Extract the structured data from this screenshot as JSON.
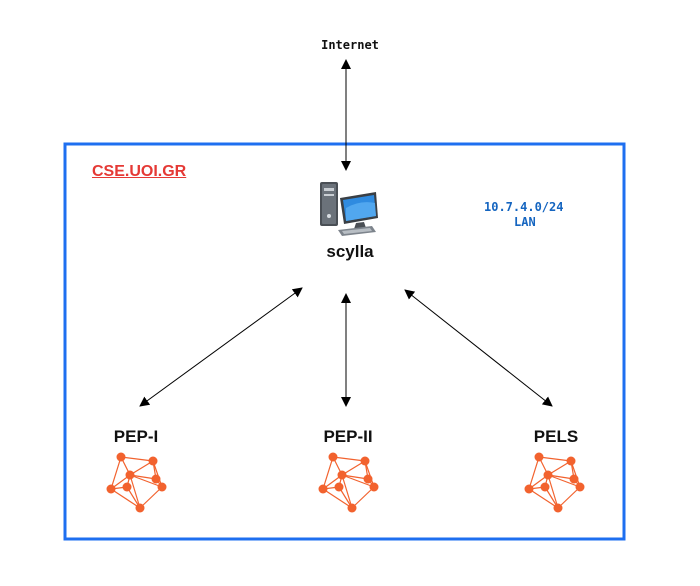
{
  "internet": {
    "label": "Internet"
  },
  "network": {
    "org_title": "CSE.UOI.GR",
    "subnet": "10.7.4.0/24",
    "lan_label": "LAN",
    "border_color": "#1e6ff0"
  },
  "server": {
    "name": "scylla",
    "icon": "computer-icon"
  },
  "clusters": [
    {
      "name": "PEP-I",
      "icon": "cluster-graph-icon"
    },
    {
      "name": "PEP-II",
      "icon": "cluster-graph-icon"
    },
    {
      "name": "PELS",
      "icon": "cluster-graph-icon"
    }
  ],
  "colors": {
    "accent_red": "#e53935",
    "lan_blue": "#1565c0",
    "node_orange": "#f2622e"
  }
}
